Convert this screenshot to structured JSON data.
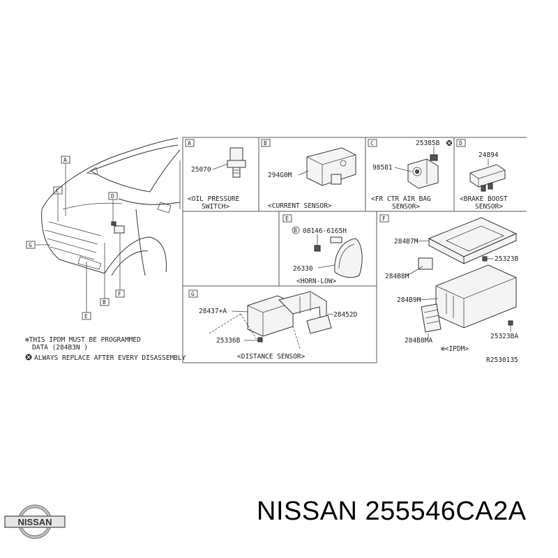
{
  "diagram": {
    "reference": "R2530135",
    "notes": {
      "ipdm_line1": "✻THIS IPDM MUST BE PROGRAMMED",
      "ipdm_line2": "DATA (284B3N  )",
      "replace": "ALWAYS REPLACE AFTER EVERY DISASSEMBLY"
    },
    "car_callouts": [
      "A",
      "B",
      "C",
      "D",
      "E",
      "F",
      "G"
    ],
    "panels": {
      "a": {
        "letter": "A",
        "part": "25070",
        "caption1": "<OIL PRESSURE",
        "caption2": "SWITCH>"
      },
      "b": {
        "letter": "B",
        "part": "294G0M",
        "caption1": "<CURRENT SENSOR>"
      },
      "c": {
        "letter": "C",
        "part1": "25385B",
        "part2": "98581",
        "caption1": "<FR CTR AIR BAG",
        "caption2": "SENSOR>"
      },
      "d": {
        "letter": "D",
        "part": "24894",
        "caption1": "<BRAKE BOOST",
        "caption2": "SENSOR>"
      },
      "e": {
        "letter": "E",
        "part1": "08146-6165H",
        "part1_prefix": "B",
        "part2": "26330",
        "caption1": "<HORN-LOW>"
      },
      "f": {
        "letter": "F",
        "parts": [
          "284B7M",
          "25323B",
          "284B8M",
          "284B9M",
          "284B8MA",
          "25323BA"
        ],
        "caption1": "✻<IPDM>"
      },
      "g": {
        "letter": "G",
        "parts": [
          "28437+A",
          "28452D",
          "25336B"
        ],
        "caption1": "<DISTANCE SENSOR>"
      }
    }
  },
  "brand": {
    "logo_text": "NISSAN",
    "caption": "NISSAN 255546CA2A"
  }
}
